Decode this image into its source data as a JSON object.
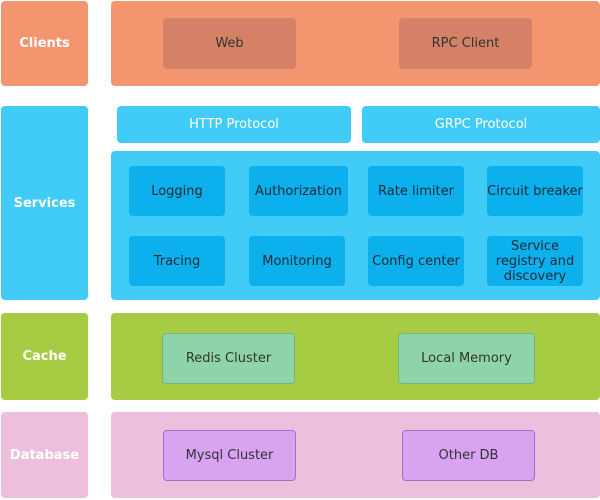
{
  "tiers": {
    "clients": {
      "label": "Clients",
      "items": [
        "Web",
        "RPC Client"
      ]
    },
    "services": {
      "label": "Services",
      "protocols": [
        "HTTP Protocol",
        "GRPC Protocol"
      ],
      "items": [
        "Logging",
        "Authorization",
        "Rate limiter",
        "Circuit breaker",
        "Tracing",
        "Monitoring",
        "Config center",
        "Service registry and discovery"
      ]
    },
    "cache": {
      "label": "Cache",
      "items": [
        "Redis Cluster",
        "Local Memory"
      ]
    },
    "database": {
      "label": "Database",
      "items": [
        "Mysql Cluster",
        "Other DB"
      ]
    }
  },
  "colors": {
    "clients": "#F39670",
    "services": "#40CCF7",
    "cache": "#A7CB42",
    "database": "#EDBFDD"
  }
}
